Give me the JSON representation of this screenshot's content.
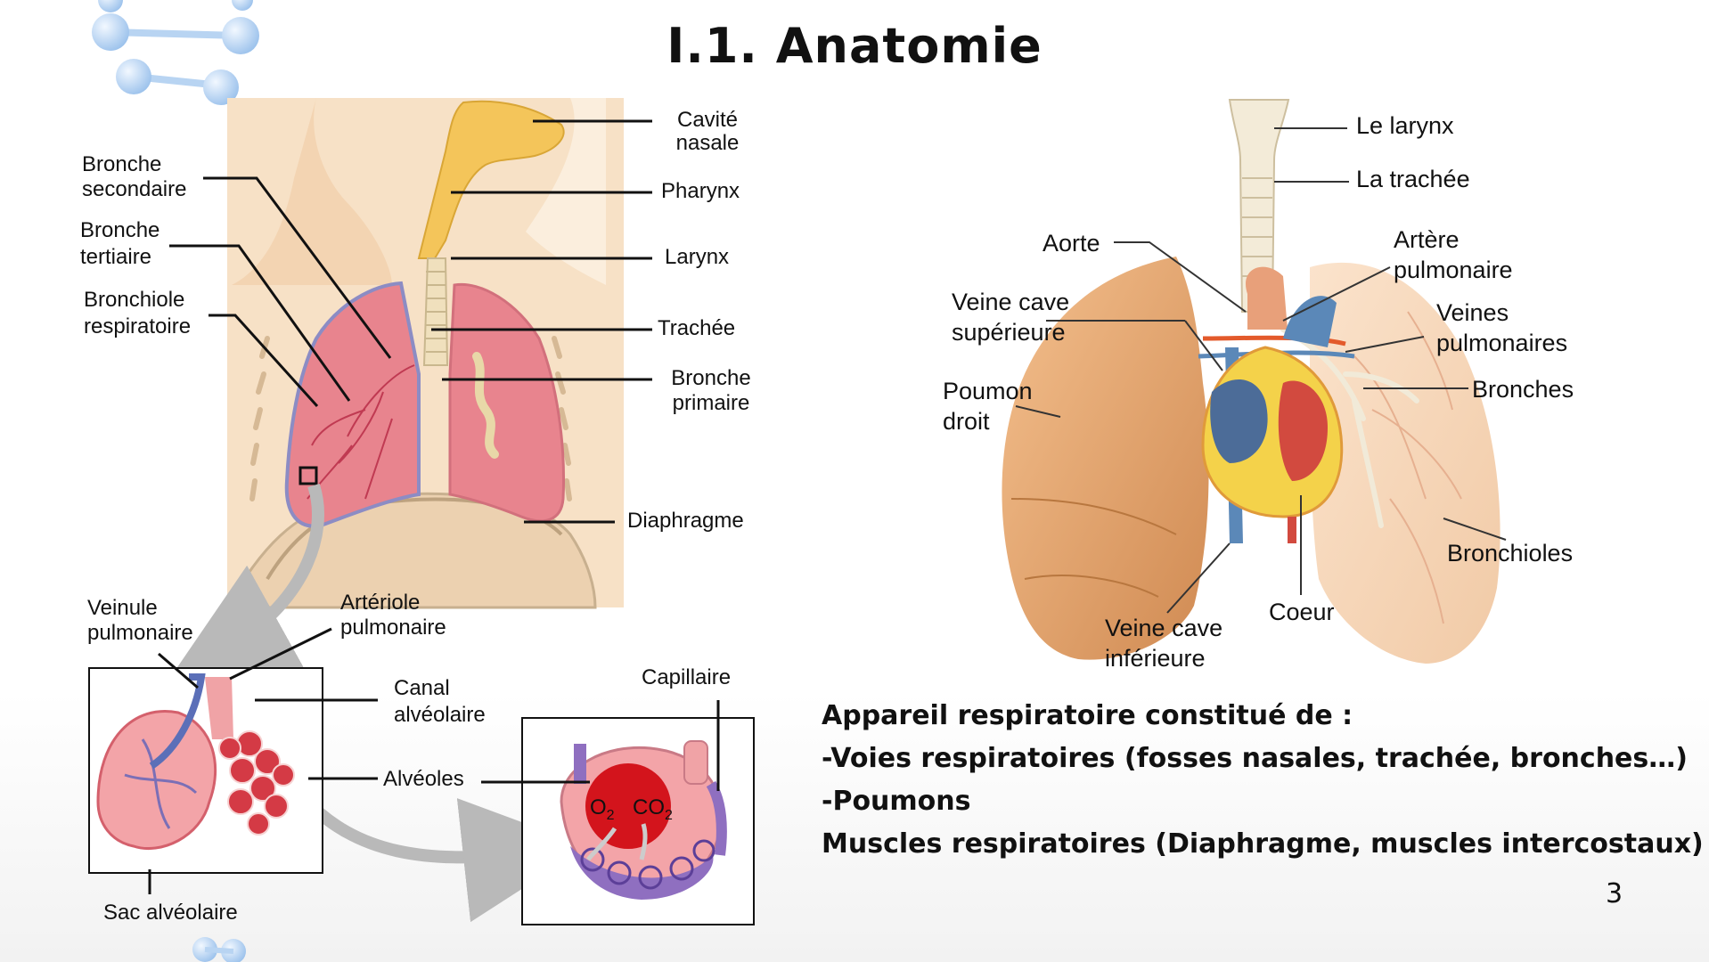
{
  "slide": {
    "title": "I.1. Anatomie",
    "page_number": "3",
    "notes": [
      "Appareil respiratoire constitué de :",
      "-Voies respiratoires (fosses nasales, trachée, bronches…)",
      "-Poumons",
      "Muscles respiratoires (Diaphragme, muscles intercostaux)"
    ]
  },
  "left_diagram": {
    "labels": {
      "cavite_nasale": [
        "Cavité",
        "nasale"
      ],
      "pharynx": "Pharynx",
      "larynx": "Larynx",
      "trachee": "Trachée",
      "bronche_primaire": [
        "Bronche",
        "primaire"
      ],
      "diaphragme": "Diaphragme",
      "bronche_secondaire": [
        "Bronche",
        "secondaire"
      ],
      "bronche_tertiaire": [
        "Bronche",
        "tertiaire"
      ],
      "bronchiole_respiratoire": [
        "Bronchiole",
        "respiratoire"
      ],
      "veinule_pulmonaire": [
        "Veinule",
        "pulmonaire"
      ],
      "arteriole_pulmonaire": [
        "Artériole",
        "pulmonaire"
      ],
      "canal_alveolaire": [
        "Canal",
        "alvéolaire"
      ],
      "alveoles": "Alvéoles",
      "capillaire": "Capillaire",
      "sac_alveolaire": "Sac alvéolaire",
      "o2": "O",
      "o2_sub": "2",
      "co2": "CO",
      "co2_sub": "2"
    }
  },
  "right_diagram": {
    "labels": {
      "le_larynx": "Le larynx",
      "la_trachee": "La trachée",
      "aorte": "Aorte",
      "artere_pulmonaire": [
        "Artère",
        "pulmonaire"
      ],
      "veine_cave_superieure": [
        "Veine cave",
        "supérieure"
      ],
      "veines_pulmonaires": [
        "Veines",
        "pulmonaires"
      ],
      "poumon_droit": [
        "Poumon",
        "droit"
      ],
      "bronches": "Bronches",
      "bronchioles": "Bronchioles",
      "coeur": "Coeur",
      "veine_cave_inferieure": [
        "Veine cave",
        "inférieure"
      ]
    }
  },
  "colors": {
    "skin": "#f7e1c6",
    "lung_pink": "#e8848e",
    "nasal_yellow": "#f4c55a",
    "lung_orange": "#dfa06a",
    "vein_blue": "#5b88b8",
    "artery_red": "#d24a3f",
    "molecule_blue": "#aaccf0"
  }
}
